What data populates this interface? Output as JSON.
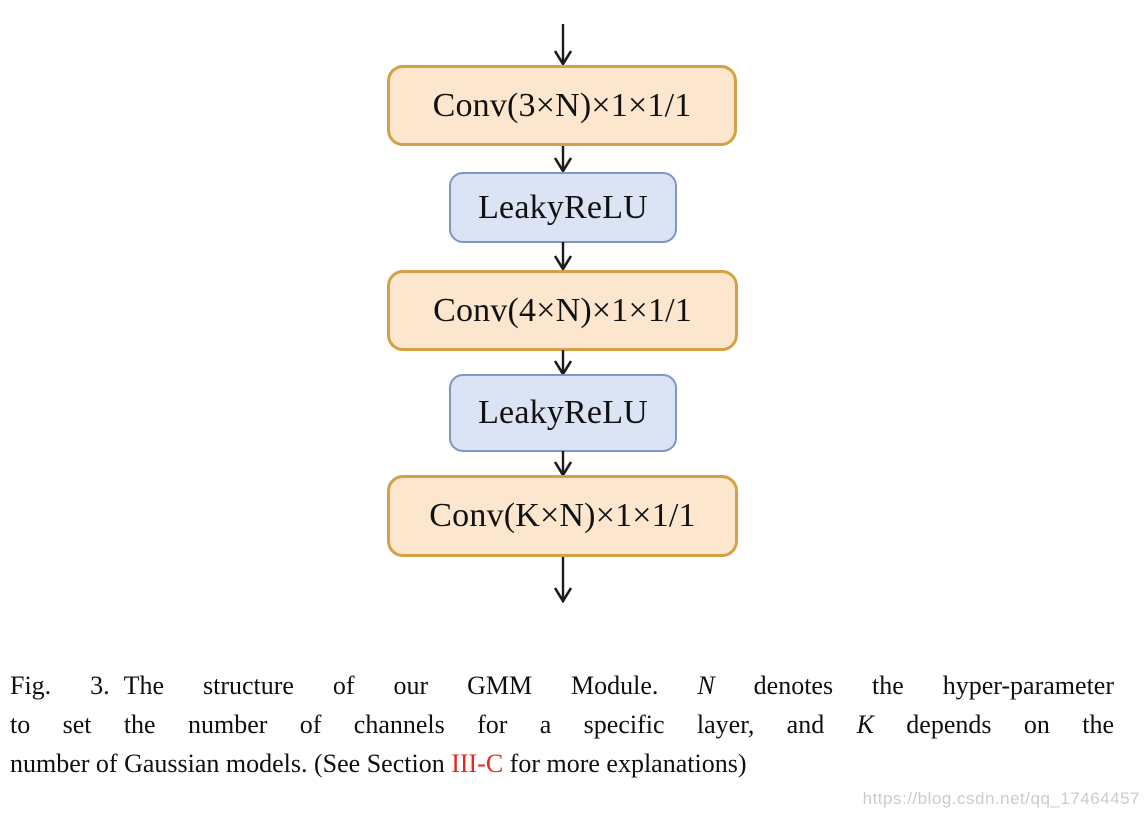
{
  "figure": {
    "name": "GMM Module structure diagram",
    "blocks": [
      {
        "label": "Conv(3×N)×1×1/1",
        "type": "conv"
      },
      {
        "label": "LeakyReLU",
        "type": "activation"
      },
      {
        "label": "Conv(4×N)×1×1/1",
        "type": "conv"
      },
      {
        "label": "LeakyReLU",
        "type": "activation"
      },
      {
        "label": "Conv(K×N)×1×1/1",
        "type": "conv"
      }
    ],
    "colors": {
      "conv_fill": "#fce6cd",
      "conv_border": "#d4a144",
      "activation_fill": "#dbe4f4",
      "activation_border": "#8096c6",
      "arrow": "#1b1b1b"
    }
  },
  "caption": {
    "lines": [
      {
        "segments": [
          {
            "t": "Fig. 3."
          },
          {
            "t": "The structure of our GMM Module. "
          },
          {
            "t": "N"
          },
          {
            "t": " denotes the hyper-parameter"
          }
        ]
      },
      {
        "segments": [
          {
            "t": "to set the number of channels for a specific layer, and "
          },
          {
            "t": "K"
          },
          {
            "t": " depends on the"
          }
        ]
      },
      {
        "segments": [
          {
            "t": "number of Gaussian models. (See Section "
          },
          {
            "t": "III-C"
          },
          {
            "t": " for more explanations)"
          }
        ]
      }
    ],
    "link_color": "#e8271d"
  },
  "watermark": {
    "text": "https://blog.csdn.net/qq_17464457",
    "color": "#c9cccf"
  }
}
